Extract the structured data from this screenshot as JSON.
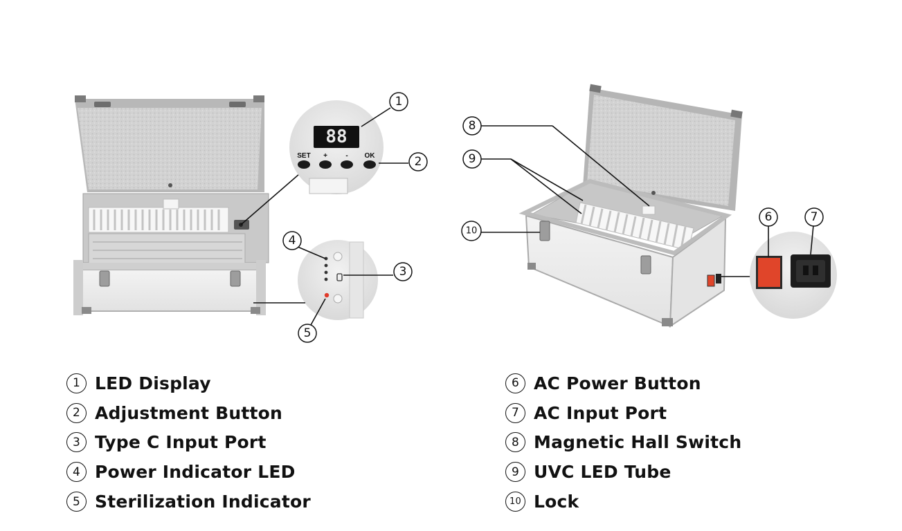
{
  "callouts": [
    {
      "num": "1",
      "label": "LED Display"
    },
    {
      "num": "2",
      "label": "Adjustment Button"
    },
    {
      "num": "3",
      "label": "Type C Input Port"
    },
    {
      "num": "4",
      "label": "Power Indicator LED"
    },
    {
      "num": "5",
      "label": "Sterilization Indicator"
    },
    {
      "num": "6",
      "label": "AC Power Button"
    },
    {
      "num": "7",
      "label": "AC Input Port"
    },
    {
      "num": "8",
      "label": "Magnetic Hall Switch"
    },
    {
      "num": "9",
      "label": "UVC LED Tube"
    },
    {
      "num": "10",
      "label": "Lock"
    }
  ],
  "panel": {
    "display_digits": "88",
    "buttons": [
      "SET",
      "+",
      "-",
      "OK"
    ]
  },
  "colors": {
    "power_button": "#e0452a",
    "indicator_red": "#e03a2a",
    "case_body": "#eeeeee",
    "frame": "#b8b8b8"
  }
}
